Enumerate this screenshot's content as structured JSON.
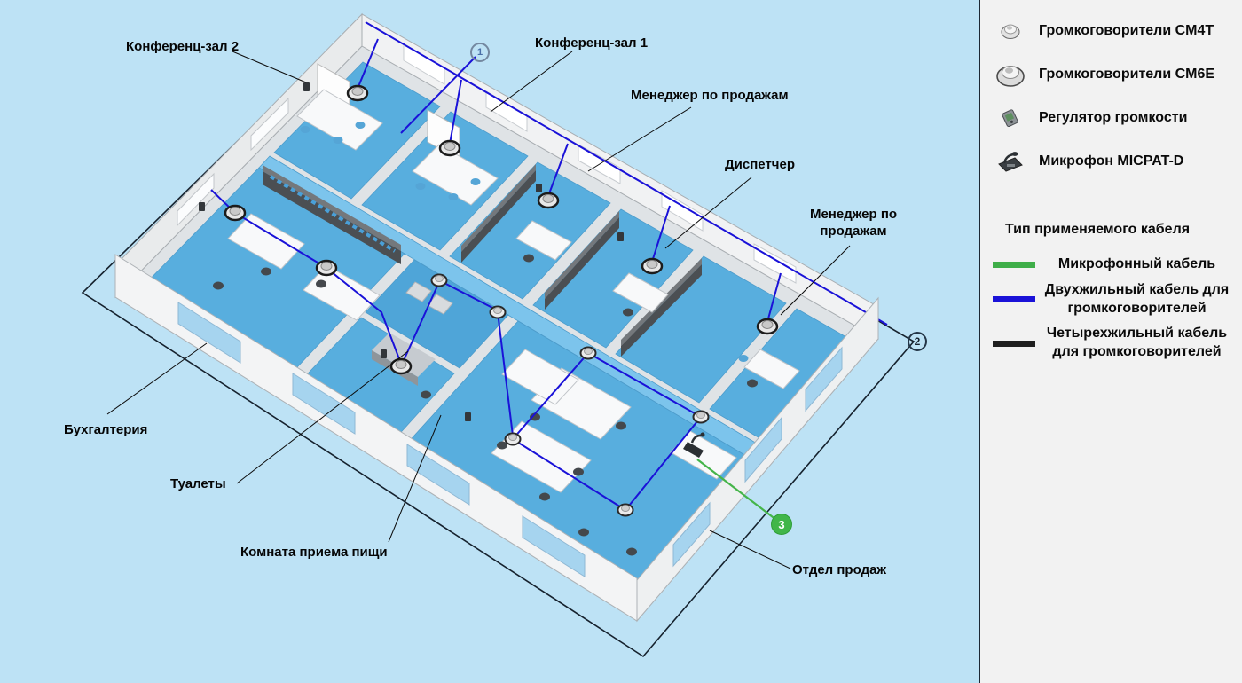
{
  "diagram": {
    "room_labels": {
      "conf2": "Конференц-зал 2",
      "conf1": "Конференц-зал 1",
      "manager_top": "Менеджер по продажам",
      "dispatcher": "Диспетчер",
      "manager_right": "Менеджер по продажам",
      "accounting": "Бухгалтерия",
      "toilets": "Туалеты",
      "kitchen": "Комната приема пищи",
      "sales": "Отдел продаж"
    },
    "markers": {
      "m1": "1",
      "m2": "2",
      "m3": "3"
    }
  },
  "legend": {
    "devices": [
      {
        "icon": "speaker-cm4t-icon",
        "label": "Громкоговорители CM4T"
      },
      {
        "icon": "speaker-cm6e-icon",
        "label": "Громкоговорители CM6E"
      },
      {
        "icon": "volume-regulator-icon",
        "label": "Регулятор громкости"
      },
      {
        "icon": "microphone-icon",
        "label": "Микрофон MICPAT-D"
      }
    ],
    "cable_section_title": "Тип применяемого кабеля",
    "cables": [
      {
        "name": "microphone-cable",
        "label": "Микрофонный кабель",
        "color": "#3fae49"
      },
      {
        "name": "two-wire-speaker-cable",
        "label": "Двухжильный кабель для громкоговорителей",
        "color": "#1a12d8"
      },
      {
        "name": "four-wire-speaker-cable",
        "label": "Четырехжильный кабель для громкоговорителей",
        "color": "#1f1f1f"
      }
    ]
  },
  "colors": {
    "background": "#bde2f5",
    "floor": "#58aede",
    "panel": "#f2f2f2"
  }
}
